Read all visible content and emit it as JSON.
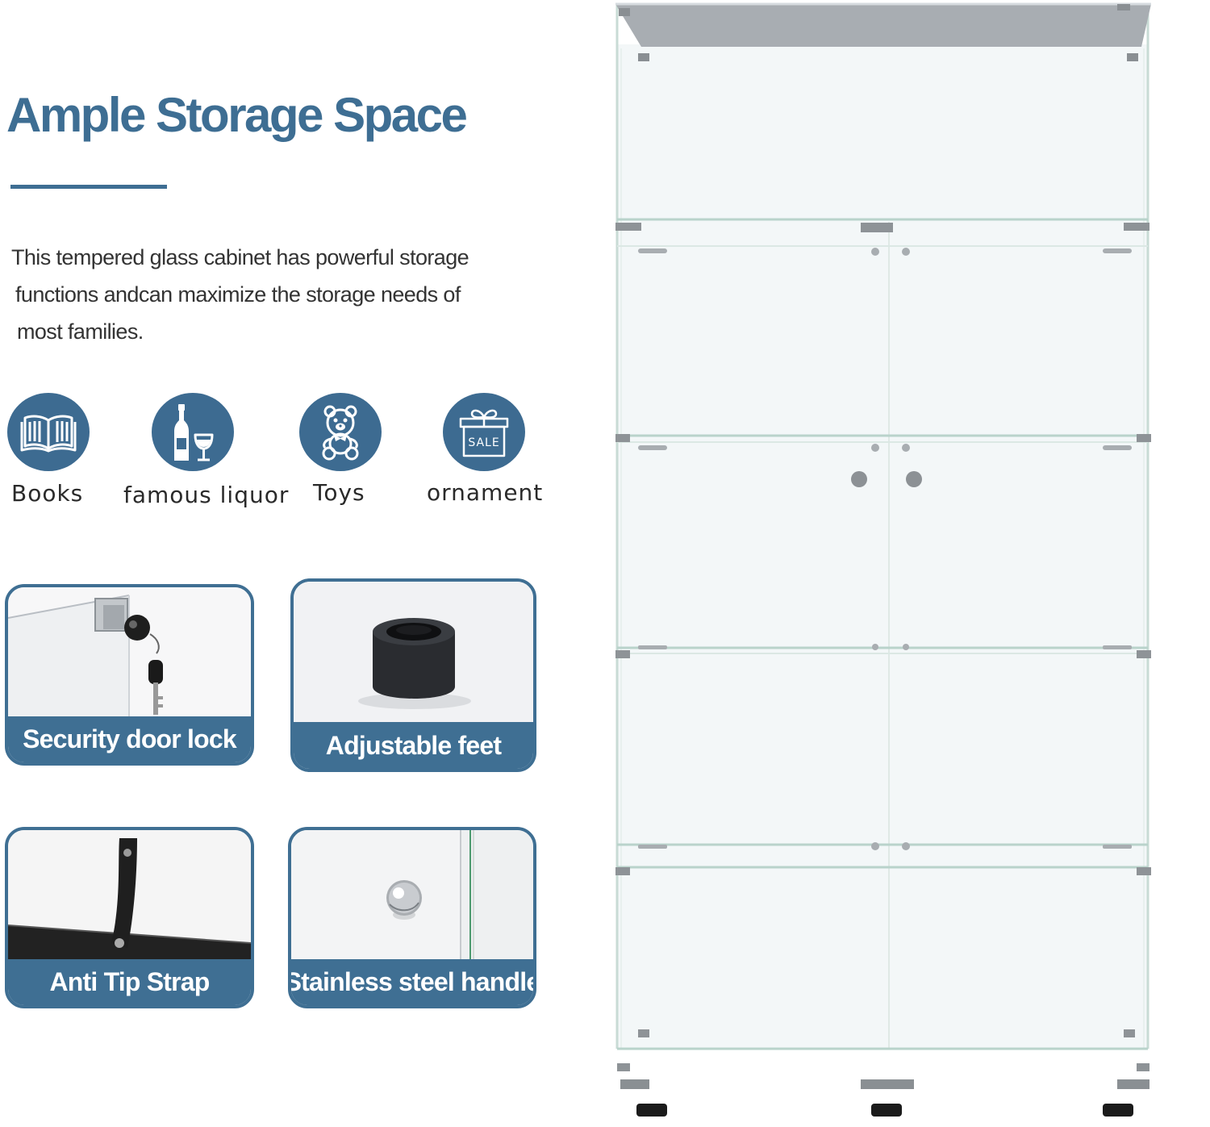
{
  "heading": {
    "title": "Ample Storage Space"
  },
  "description": {
    "lines": [
      "This tempered glass cabinet has powerful storage",
      "functions andcan  maximize the storage needs of",
      "most families."
    ]
  },
  "categories": [
    {
      "label": "Books",
      "icon": "open-book-icon"
    },
    {
      "label": "famous liquor",
      "icon": "wine-bottle-glass-icon"
    },
    {
      "label": "Toys",
      "icon": "teddy-bear-icon"
    },
    {
      "label": "ornament",
      "icon": "sale-gift-box-icon",
      "icon_text": "SALE"
    }
  ],
  "features": [
    {
      "label": "Security door lock"
    },
    {
      "label": "Adjustable feet"
    },
    {
      "label": "Anti Tip Strap"
    },
    {
      "label": "Stainless steel handle"
    }
  ],
  "colors": {
    "accent": "#3e6e93",
    "icon_circle": "#3d6b91",
    "text": "#2b2b2b"
  }
}
